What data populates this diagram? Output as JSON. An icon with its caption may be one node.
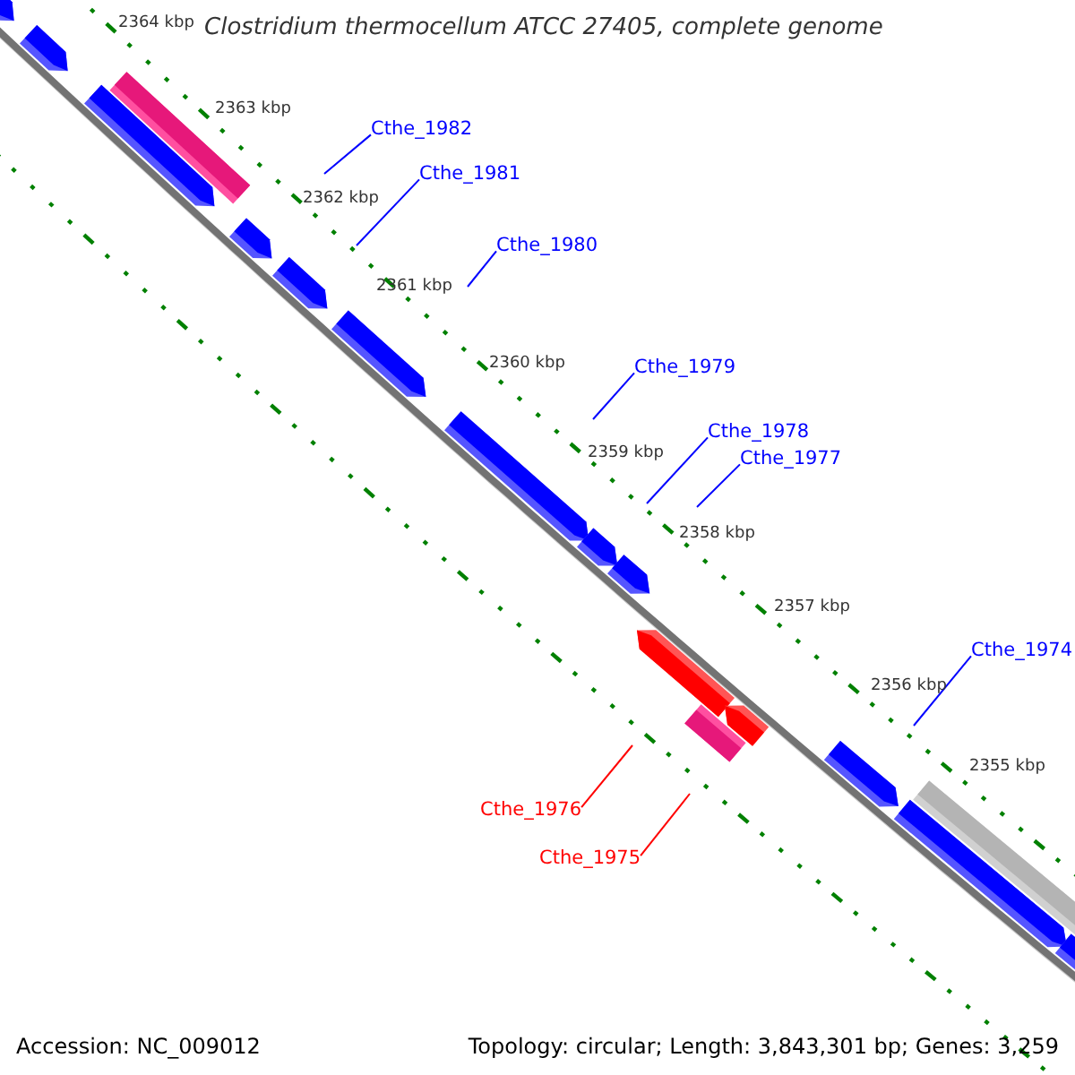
{
  "diagram": {
    "title": "Clostridium thermocellum ATCC 27405, complete genome",
    "nodes": [
      {
        "text": [
          "Cthe_1982"
        ]
      },
      {
        "text": [
          "Cthe_1981"
        ]
      },
      {
        "text": [
          "Cthe_1980"
        ]
      },
      {
        "text": [
          "Cthe_1979"
        ]
      },
      {
        "text": [
          "Cthe_1978"
        ]
      },
      {
        "text": [
          "Cthe_1977"
        ]
      },
      {
        "text": [
          "Cthe_1974"
        ]
      },
      {
        "text": [
          "Cthe_1976"
        ]
      },
      {
        "text": [
          "Cthe_1975"
        ]
      }
    ],
    "edges": [
      {
        "from": 0,
        "to": null,
        "arrow": "none"
      },
      {
        "from": 1,
        "to": null,
        "arrow": "none"
      },
      {
        "from": 2,
        "to": null,
        "arrow": "none"
      },
      {
        "from": 3,
        "to": null,
        "arrow": "none"
      },
      {
        "from": 4,
        "to": null,
        "arrow": "none"
      },
      {
        "from": 5,
        "to": null,
        "arrow": "none"
      },
      {
        "from": 6,
        "to": null,
        "arrow": "none"
      },
      {
        "from": 7,
        "to": null,
        "arrow": "none",
        "color": "#ff0000"
      },
      {
        "from": 8,
        "to": null,
        "arrow": "none",
        "color": "#ff0000"
      }
    ],
    "labels": [
      "2364 kbp",
      "2363 kbp",
      "2362 kbp",
      "2361 kbp",
      "2360 kbp",
      "2359 kbp",
      "2358 kbp",
      "2357 kbp",
      "2356 kbp",
      "2355 kbp",
      "Accession: NC_009012",
      "Topology: circular; Length: 3,843,301 bp; Genes: 3,259"
    ]
  }
}
